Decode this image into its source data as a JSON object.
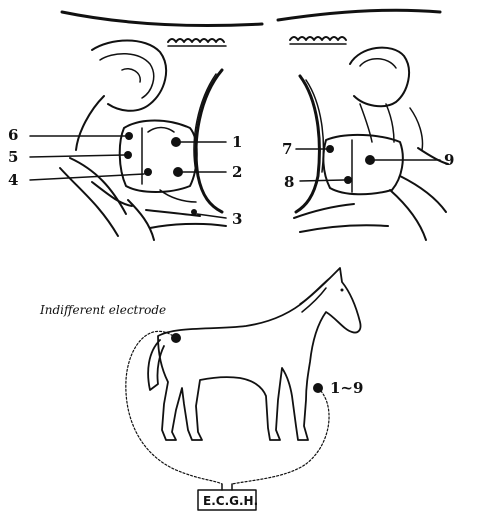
{
  "heart_left": {
    "labels": [
      "1",
      "2",
      "3",
      "4",
      "5",
      "6"
    ]
  },
  "heart_right": {
    "labels": [
      "7",
      "8",
      "9"
    ]
  },
  "horse": {
    "indifferent_label": "Indifferent electrode",
    "exploring_label": "1~9",
    "device_label": "E.C.G.H."
  }
}
